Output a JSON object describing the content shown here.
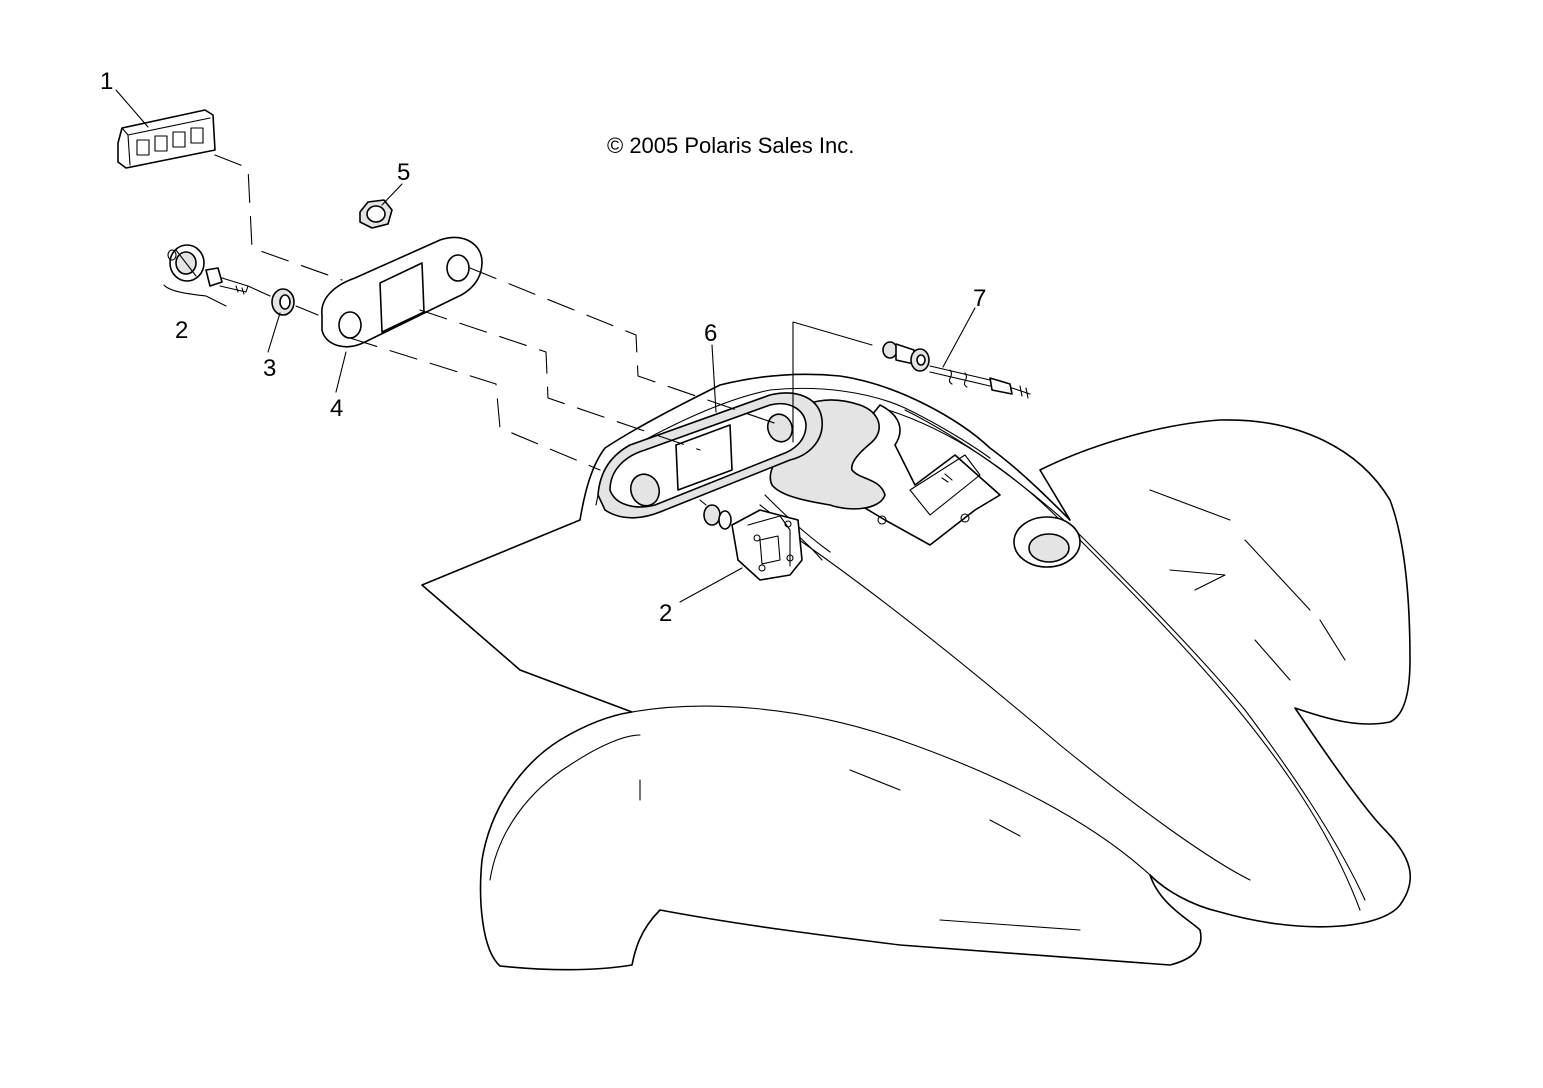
{
  "diagram": {
    "copyright": "© 2005 Polaris Sales Inc.",
    "callouts": [
      {
        "id": "c1",
        "label": "1"
      },
      {
        "id": "c2a",
        "label": "2"
      },
      {
        "id": "c3",
        "label": "3"
      },
      {
        "id": "c4",
        "label": "4"
      },
      {
        "id": "c5",
        "label": "5"
      },
      {
        "id": "c6",
        "label": "6"
      },
      {
        "id": "c7",
        "label": "7"
      },
      {
        "id": "c2b",
        "label": "2"
      }
    ]
  }
}
